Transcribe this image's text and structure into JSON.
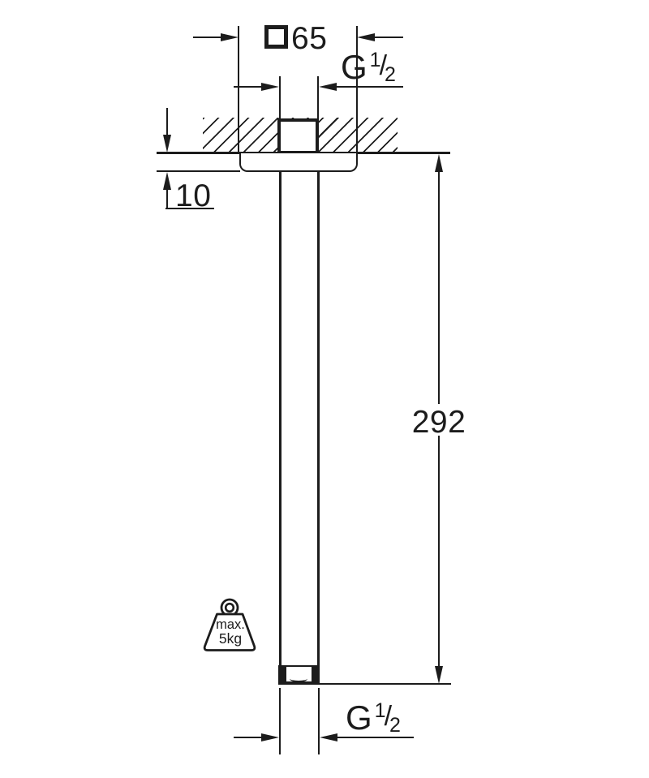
{
  "drawing": {
    "title": "Ceiling shower arm dimensional drawing",
    "colors": {
      "line": "#1c1c1c",
      "background": "#ffffff"
    },
    "dims": {
      "flange_width": {
        "symbol_icon": "square",
        "value": "65"
      },
      "thread_top": {
        "prefix": "G",
        "numerator": "1",
        "slash": "/",
        "denominator": "2"
      },
      "plate_thickness": {
        "value": "10"
      },
      "arm_length": {
        "value": "292"
      },
      "thread_bottom": {
        "prefix": "G",
        "numerator": "1",
        "slash": "/",
        "denominator": "2"
      }
    },
    "weight_badge": {
      "line1": "max.",
      "line2": "5kg"
    }
  }
}
